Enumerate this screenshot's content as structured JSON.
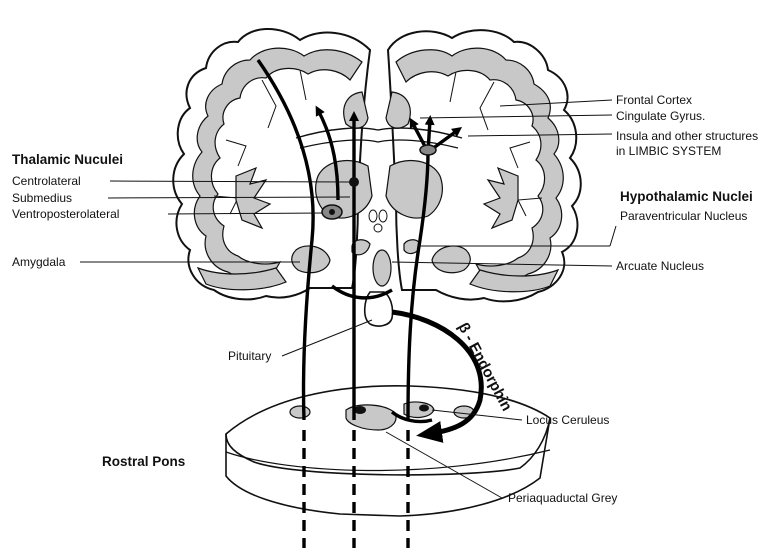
{
  "labels": {
    "frontal_cortex": "Frontal Cortex",
    "cingulate_gyrus": "Cingulate Gyrus.",
    "insula_line1": "Insula and other structures",
    "insula_line2": "in LIMBIC SYSTEM",
    "thalamic_heading": "Thalamic Nuculei",
    "centrolateral": "Centrolateral",
    "submedius": "Submedius",
    "ventroposterolateral": "Ventroposterolateral",
    "hypothalamic_heading": "Hypothalamic Nuclei",
    "paraventricular": "Paraventricular Nucleus",
    "amygdala": "Amygdala",
    "arcuate": "Arcuate Nucleus",
    "pituitary": "Pituitary",
    "beta_endorphin": "β - Endorphin",
    "locus_ceruleus": "Locus Ceruleus",
    "rostral_pons": "Rostral Pons",
    "periaqueductal": "Periaquaductal Grey"
  }
}
